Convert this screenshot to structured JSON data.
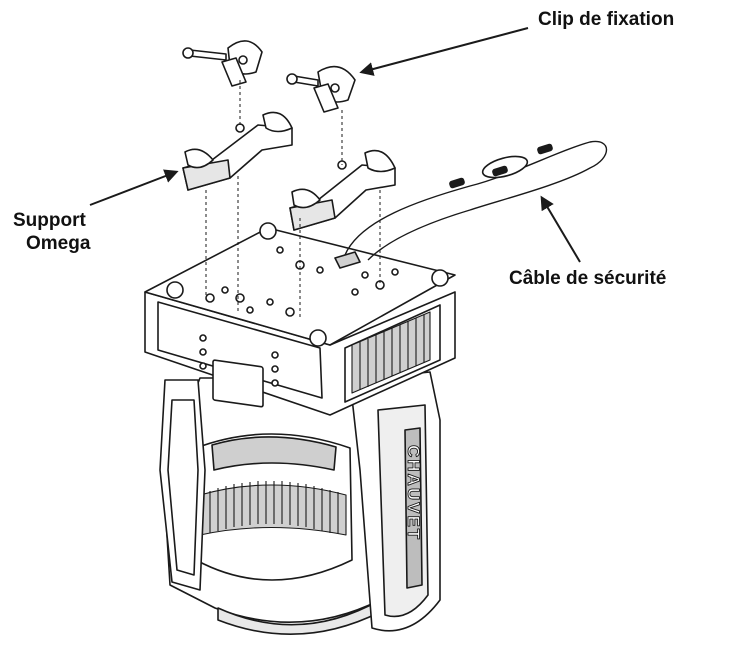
{
  "labels": {
    "clip": "Clip de fixation",
    "support_line1": "Support",
    "support_line2": "Omega",
    "cable": "Câble de sécurité"
  },
  "device": {
    "logo_text": "CHAUVET"
  },
  "colors": {
    "line": "#1a1a1a",
    "fill": "#ffffff",
    "shade": "#dcdcdc",
    "dark": "#2a2a2a"
  }
}
